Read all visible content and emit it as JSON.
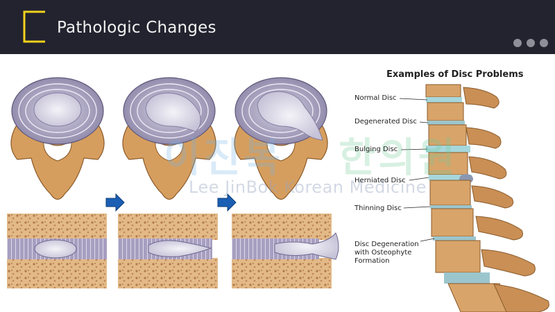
{
  "header": {
    "title": "Pathologic Changes",
    "accent_color": "#f2d21b",
    "background": "#23232f",
    "menu_icon": "more-dots-icon"
  },
  "illustration": {
    "arrow_color": "#1b5fb4",
    "stages": 3
  },
  "spine": {
    "title": "Examples of Disc Problems",
    "labels": [
      {
        "text": "Normal Disc"
      },
      {
        "text": "Degenerated Disc"
      },
      {
        "text": "Bulging Disc"
      },
      {
        "text": "Herniated Disc"
      },
      {
        "text": "Thinning Disc"
      },
      {
        "text": "Disc Degeneration"
      },
      {
        "text": "with Osteophyte"
      },
      {
        "text": "Formation"
      }
    ]
  },
  "watermark": {
    "english": "Lee JinBok Korean Medicine",
    "korean_left": "이진복",
    "korean_right": "한의원"
  }
}
